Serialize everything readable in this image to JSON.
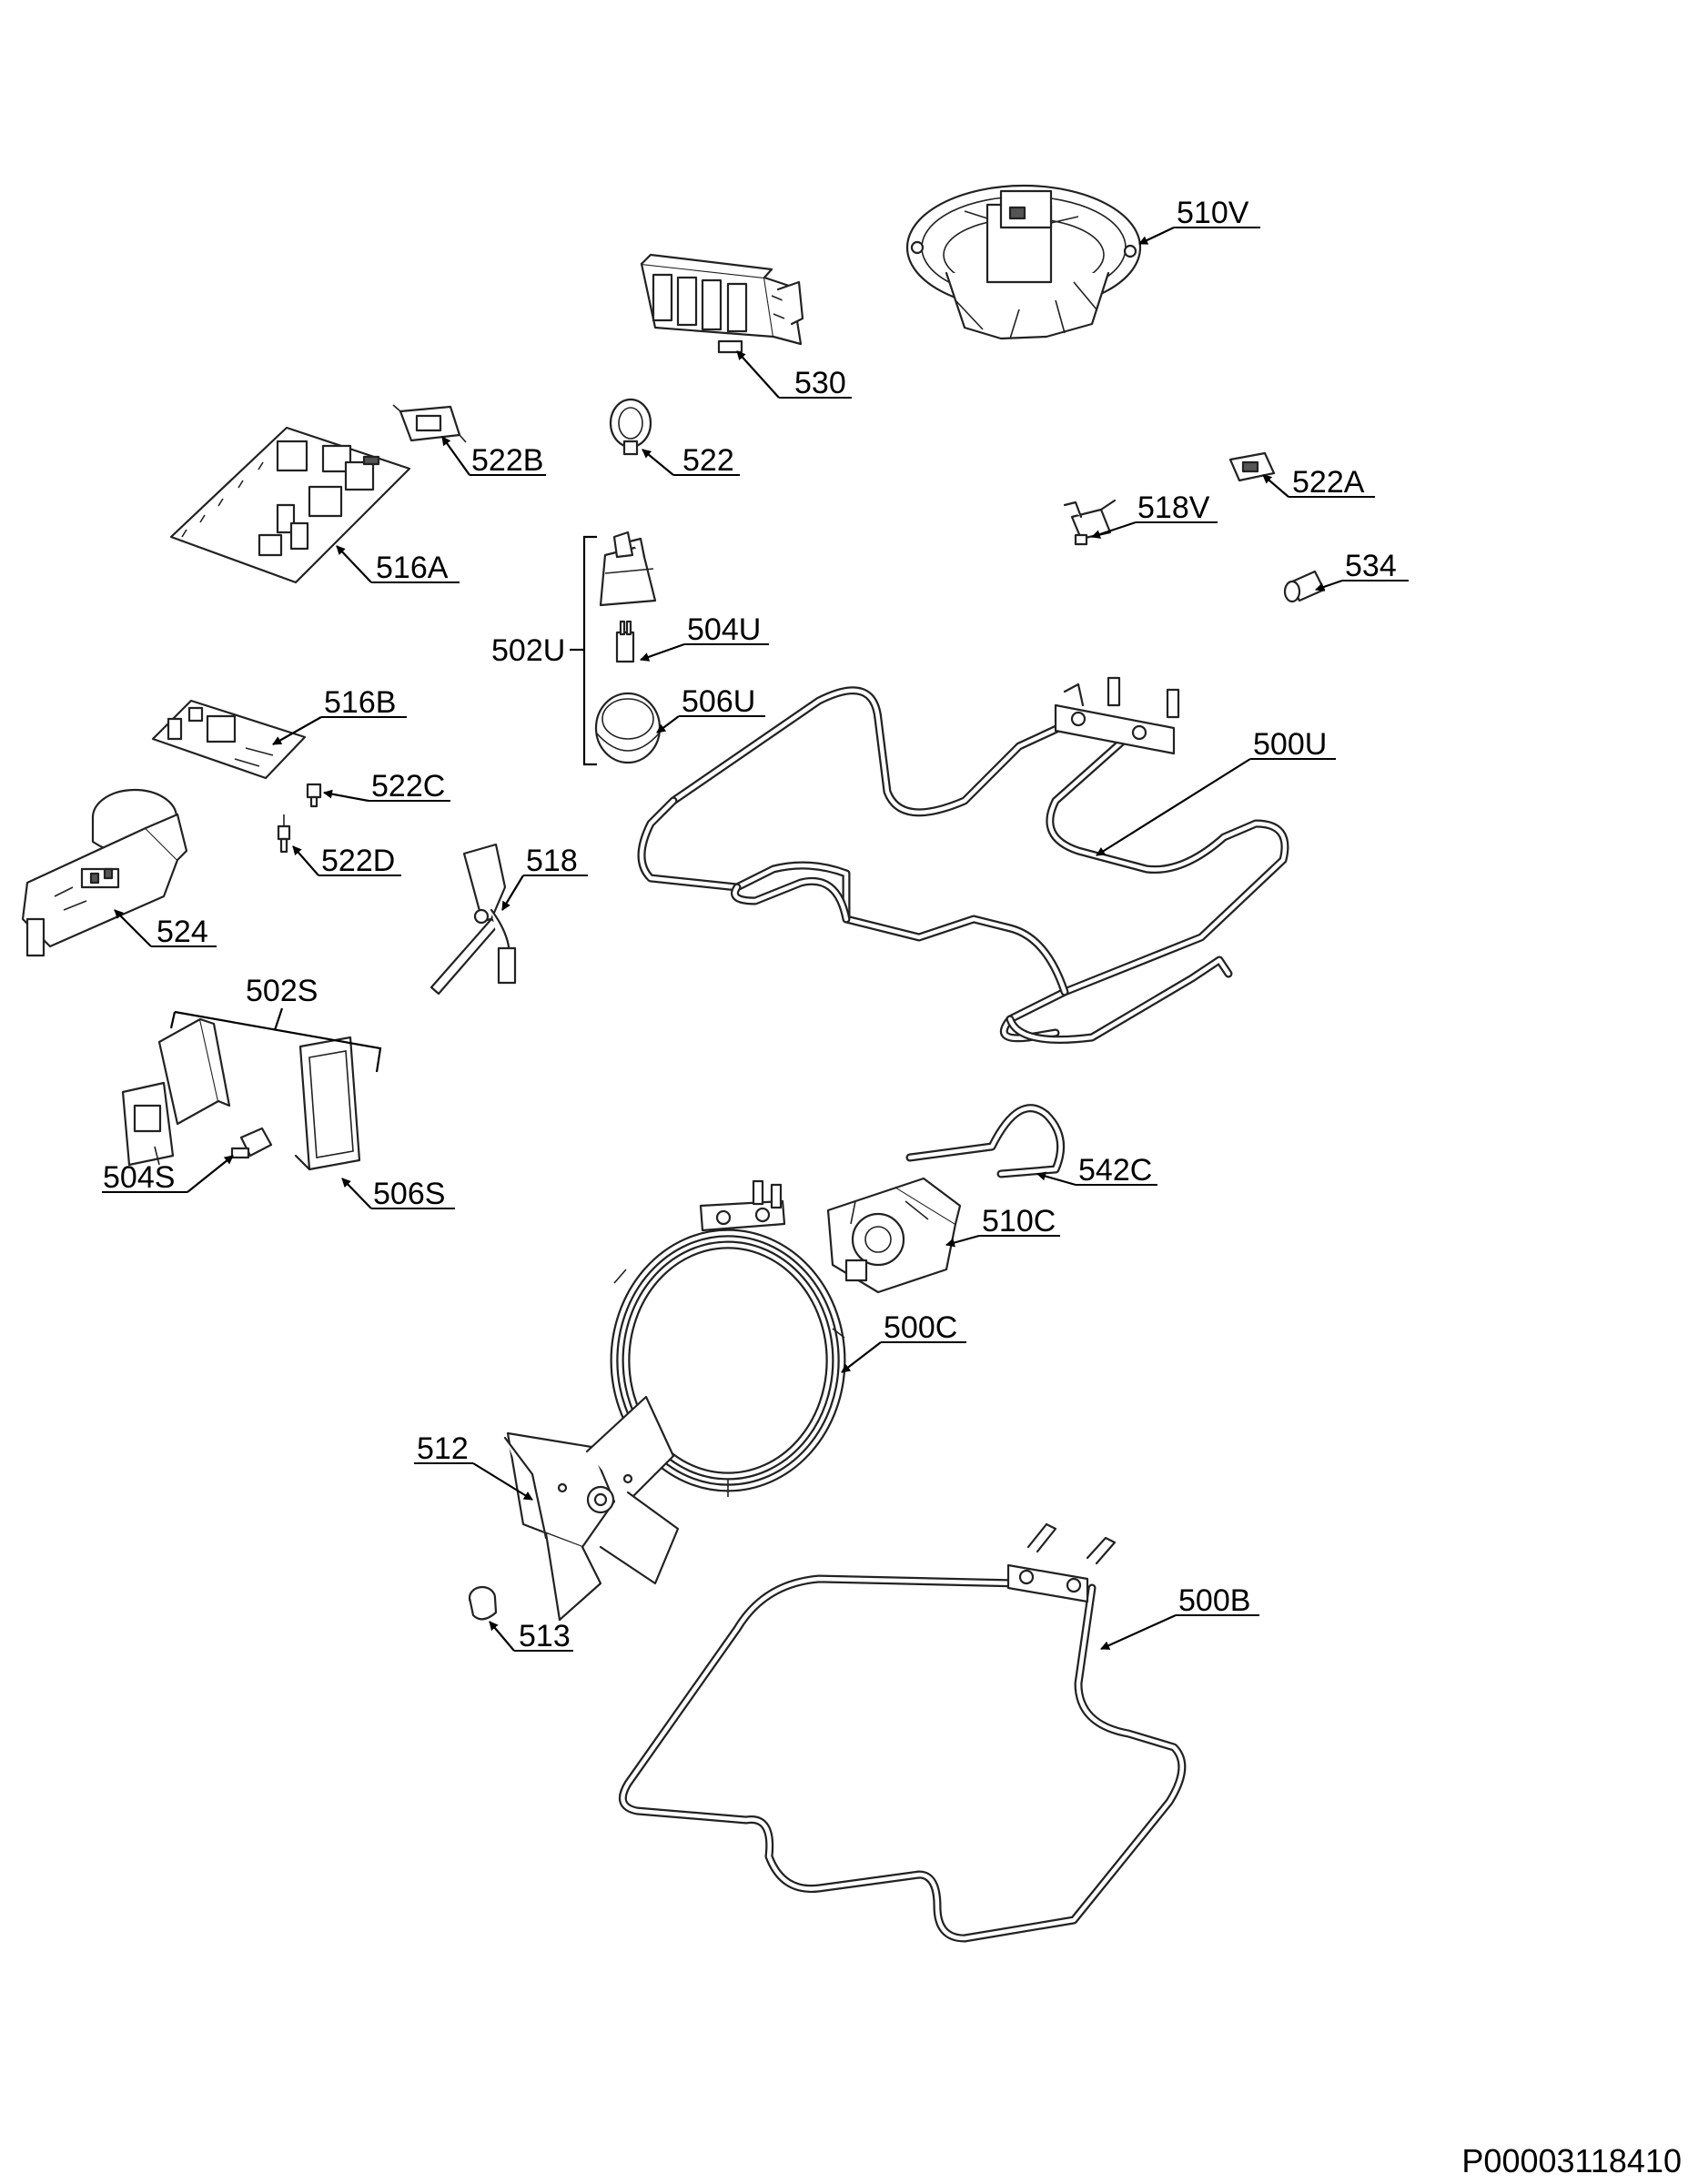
{
  "callouts": {
    "510V": "510V",
    "530": "530",
    "522B": "522B",
    "522": "522",
    "516A": "516A",
    "522A": "522A",
    "518V": "518V",
    "534": "534",
    "502U": "502U",
    "504U": "504U",
    "506U": "506U",
    "500U": "500U",
    "516B": "516B",
    "522C": "522C",
    "522D": "522D",
    "518": "518",
    "524": "524",
    "502S": "502S",
    "504S": "504S",
    "506S": "506S",
    "542C": "542C",
    "510C": "510C",
    "500C": "500C",
    "512": "512",
    "513": "513",
    "500B": "500B"
  },
  "document_id": "P00003118410"
}
